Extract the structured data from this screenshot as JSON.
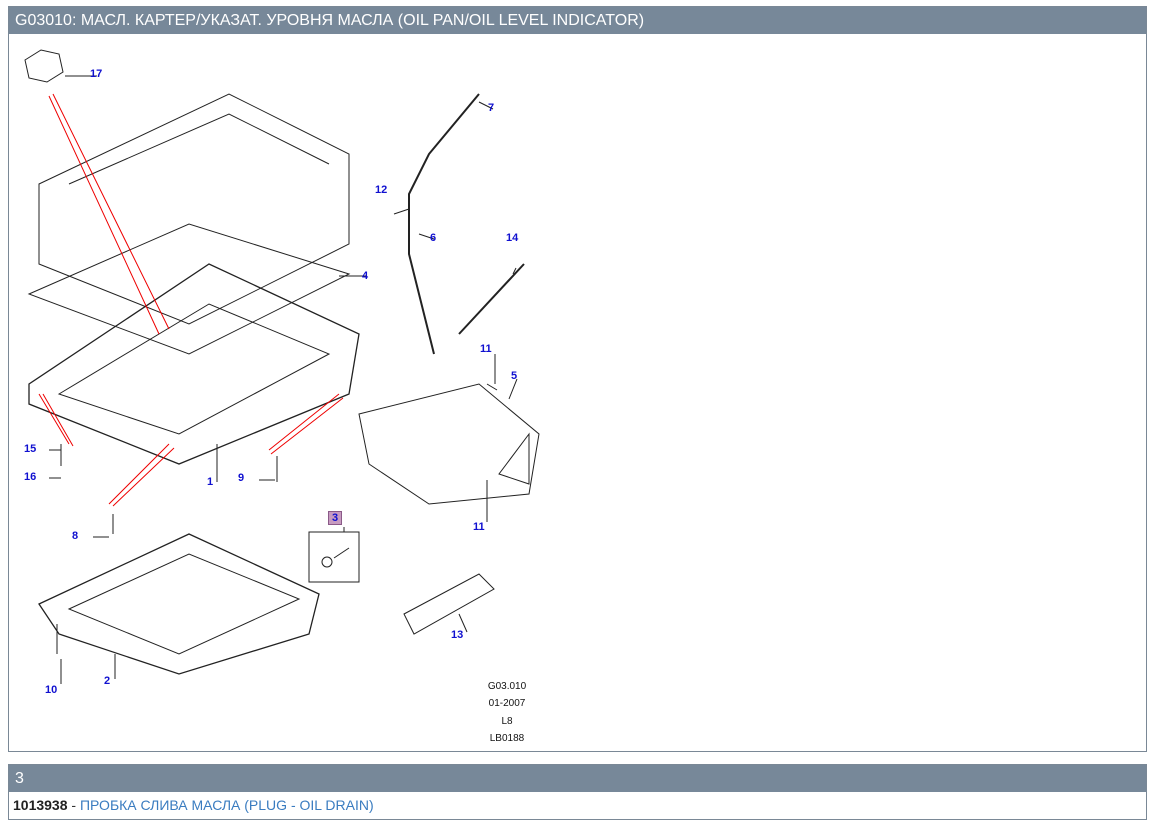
{
  "header": {
    "title": "G03010: МАСЛ. КАРТЕР/УКАЗАТ. УРОВНЯ МАСЛА (OIL PAN/OIL LEVEL INDICATOR)"
  },
  "callouts": [
    "17",
    "7",
    "12",
    "6",
    "14",
    "4",
    "11",
    "5",
    "15",
    "16",
    "9",
    "1",
    "8",
    "3",
    "11",
    "13",
    "10",
    "2"
  ],
  "diagram_footer": [
    "G03.010",
    "01-2007",
    "L8",
    "LB0188"
  ],
  "selection": {
    "title": "3",
    "part_number": "1013938",
    "separator": "-",
    "description": "ПРОБКА СЛИВА МАСЛА (PLUG - OIL DRAIN)"
  },
  "colors": {
    "header_bg": "#778899",
    "link": "#3a7cc0",
    "callout": "#1010d0",
    "highlight": "#c79bc0"
  }
}
